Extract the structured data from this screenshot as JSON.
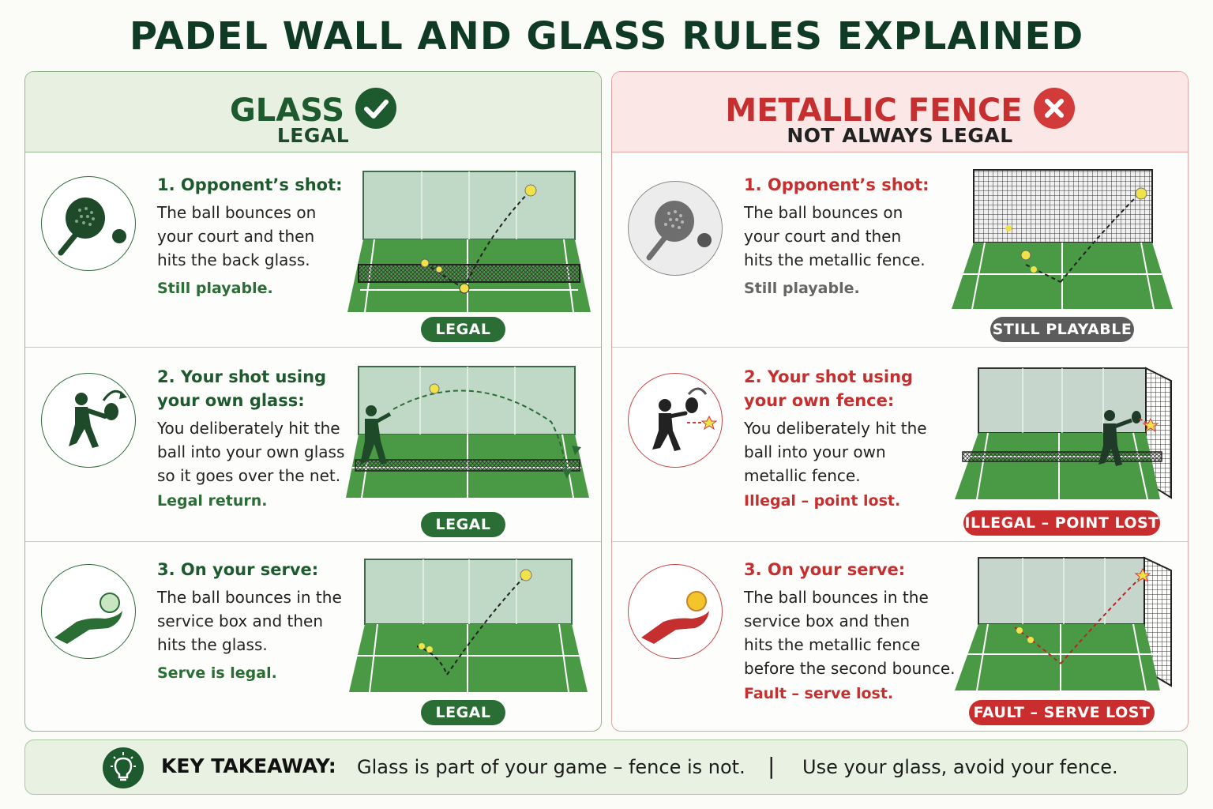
{
  "title": "PADEL WALL AND GLASS RULES EXPLAINED",
  "glass": {
    "title": "GLASS",
    "subtitle": "LEGAL",
    "rows": [
      {
        "heading": "1. Opponent’s shot:",
        "body": [
          "The ball bounces on",
          "your court and then",
          "hits the back glass."
        ],
        "verdict": "Still playable.",
        "badge": "LEGAL",
        "icon": "padel-racket-ball-icon"
      },
      {
        "heading": [
          "2. Your shot using",
          "your own glass:"
        ],
        "body": [
          "You deliberately hit the",
          "ball into your own glass",
          "so it goes over the net."
        ],
        "verdict": "Legal return.",
        "badge": "LEGAL",
        "icon": "player-hitting-icon"
      },
      {
        "heading": "3. On your serve:",
        "body": [
          "The ball bounces in the",
          "service box and then",
          "hits the glass."
        ],
        "verdict": "Serve is legal.",
        "badge": "LEGAL",
        "icon": "hand-serving-ball-icon"
      }
    ]
  },
  "fence": {
    "title": "METALLIC FENCE",
    "subtitle": "NOT ALWAYS LEGAL",
    "rows": [
      {
        "heading": "1. Opponent’s shot:",
        "body": [
          "The ball bounces on",
          "your court and then",
          "hits the metallic fence."
        ],
        "verdict": "Still playable.",
        "badge": "STILL PLAYABLE",
        "icon": "padel-racket-ball-icon"
      },
      {
        "heading": [
          "2. Your shot using",
          "your own fence:"
        ],
        "body": [
          "You deliberately hit the",
          "ball into your own",
          "metallic fence."
        ],
        "verdict": "Illegal – point lost.",
        "badge": "ILLEGAL – POINT LOST",
        "icon": "player-hitting-fence-icon"
      },
      {
        "heading": "3. On your serve:",
        "body": [
          "The ball bounces in the",
          "service box and then",
          "hits the metallic fence",
          "before the second bounce."
        ],
        "verdict": "Fault – serve lost.",
        "badge": "FAULT – SERVE LOST",
        "icon": "hand-serving-ball-icon"
      }
    ]
  },
  "footer": {
    "key": "KEY TAKEAWAY:",
    "text1": "Glass is part of your game – fence is not.",
    "separator": "|",
    "text2": "Use your glass, avoid your fence."
  },
  "colors": {
    "green": "#1d5a2e",
    "red": "#c62f2f",
    "grey": "#5c5c5c",
    "court": "#4a9a45"
  }
}
